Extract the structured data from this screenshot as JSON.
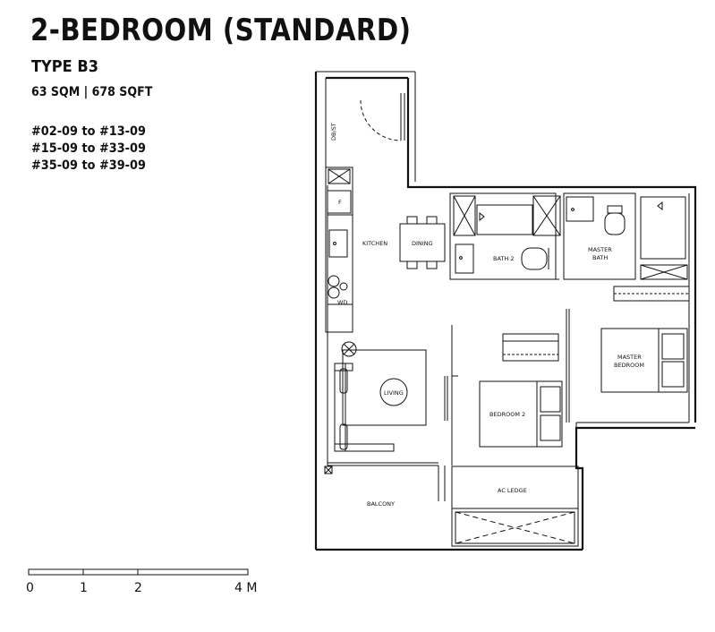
{
  "header": {
    "title": "2-BEDROOM (STANDARD)",
    "type": "TYPE B3",
    "area": "63 SQM | 678 SQFT",
    "units": [
      "#02-09 to #13-09",
      "#15-09 to #33-09",
      "#35-09 to #39-09"
    ]
  },
  "rooms": {
    "kitchen": "KITCHEN",
    "dining": "DINING",
    "bath2": "BATH 2",
    "master_bath_line1": "MASTER",
    "master_bath_line2": "BATH",
    "master_bed_line1": "MASTER",
    "master_bed_line2": "BEDROOM",
    "bedroom2": "BEDROOM 2",
    "living": "LIVING",
    "balcony": "BALCONY",
    "ac_ledge": "AC LEDGE",
    "dbst": "DB/ST",
    "fridge": "F",
    "wd": "WD"
  },
  "scale": {
    "ticks": [
      "0",
      "1",
      "2",
      "4 M"
    ]
  },
  "colors": {
    "ink": "#111111",
    "background": "#ffffff"
  }
}
